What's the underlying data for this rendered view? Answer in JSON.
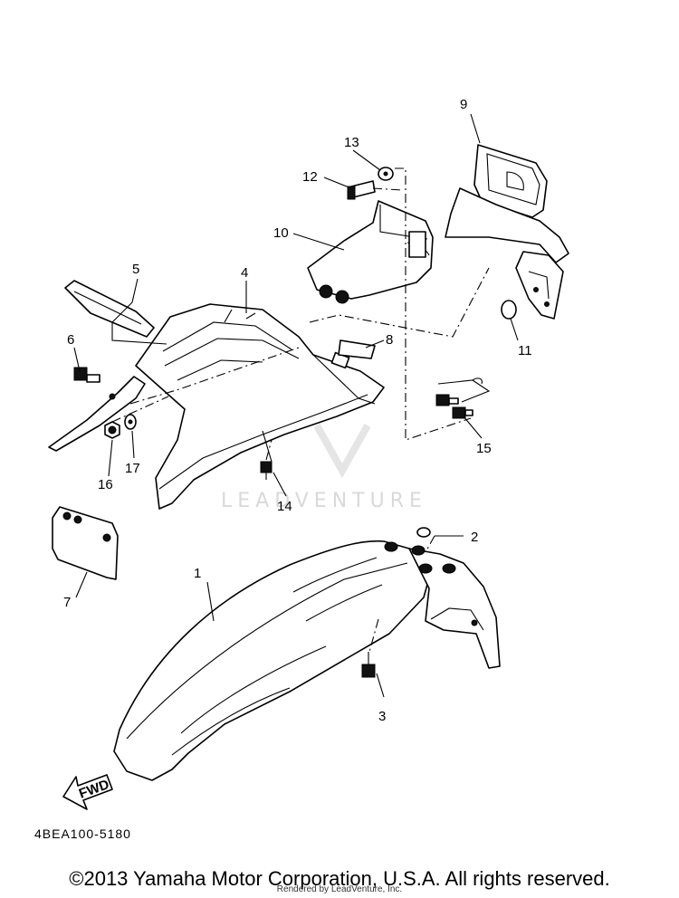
{
  "diagram": {
    "callouts": [
      "1",
      "2",
      "3",
      "4",
      "5",
      "6",
      "7",
      "8",
      "9",
      "10",
      "11",
      "12",
      "13",
      "14",
      "15",
      "16",
      "17"
    ],
    "fwd_label": "FWD",
    "diagram_code": "4BEA100-5180",
    "watermark": "LEADVENTURE"
  },
  "footer": {
    "copyright": "©2013 Yamaha Motor Corporation, U.S.A. All rights reserved.",
    "rendered_by": "Rendered by LeadVenture, Inc."
  }
}
